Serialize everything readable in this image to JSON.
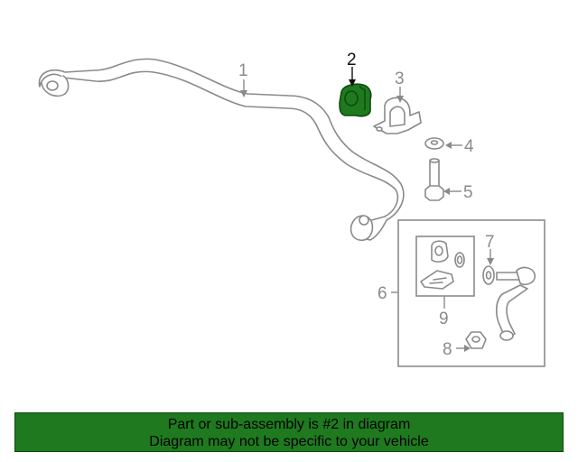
{
  "diagram": {
    "highlight_color": "#1f7a1f",
    "parts": [
      {
        "id": "1",
        "label": "1"
      },
      {
        "id": "2",
        "label": "2",
        "highlighted": true
      },
      {
        "id": "3",
        "label": "3"
      },
      {
        "id": "4",
        "label": "4"
      },
      {
        "id": "5",
        "label": "5"
      },
      {
        "id": "6",
        "label": "6"
      },
      {
        "id": "7",
        "label": "7"
      },
      {
        "id": "8",
        "label": "8"
      },
      {
        "id": "9",
        "label": "9"
      }
    ]
  },
  "banner": {
    "line1": "Part or sub-assembly is #2 in diagram",
    "line2": "Diagram may not be specific to your vehicle",
    "background_color": "#1f7a1f"
  }
}
